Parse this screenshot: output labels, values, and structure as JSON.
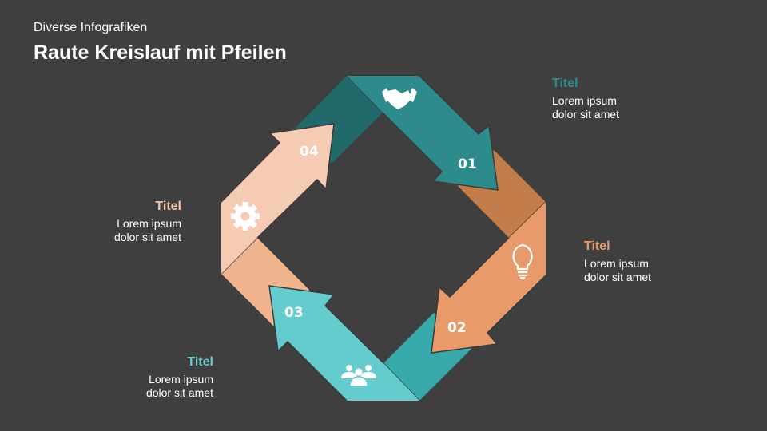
{
  "header": {
    "subtitle": "Diverse Infografiken",
    "title": "Raute Kreislauf mit Pfeilen"
  },
  "steps": [
    {
      "number": "01",
      "title": "Titel",
      "line1": "Lorem ipsum",
      "line2": "dolor sit amet",
      "icon": "handshake-icon",
      "color": "#2e8b8c"
    },
    {
      "number": "02",
      "title": "Titel",
      "line1": "Lorem ipsum",
      "line2": "dolor sit amet",
      "icon": "lightbulb-icon",
      "color": "#e99a6a"
    },
    {
      "number": "03",
      "title": "Titel",
      "line1": "Lorem ipsum",
      "line2": "dolor sit amet",
      "icon": "people-icon",
      "color": "#64cccc"
    },
    {
      "number": "04",
      "title": "Titel",
      "line1": "Lorem ipsum",
      "line2": "dolor sit amet",
      "icon": "gear-icon",
      "color": "#f5c4a6"
    }
  ]
}
